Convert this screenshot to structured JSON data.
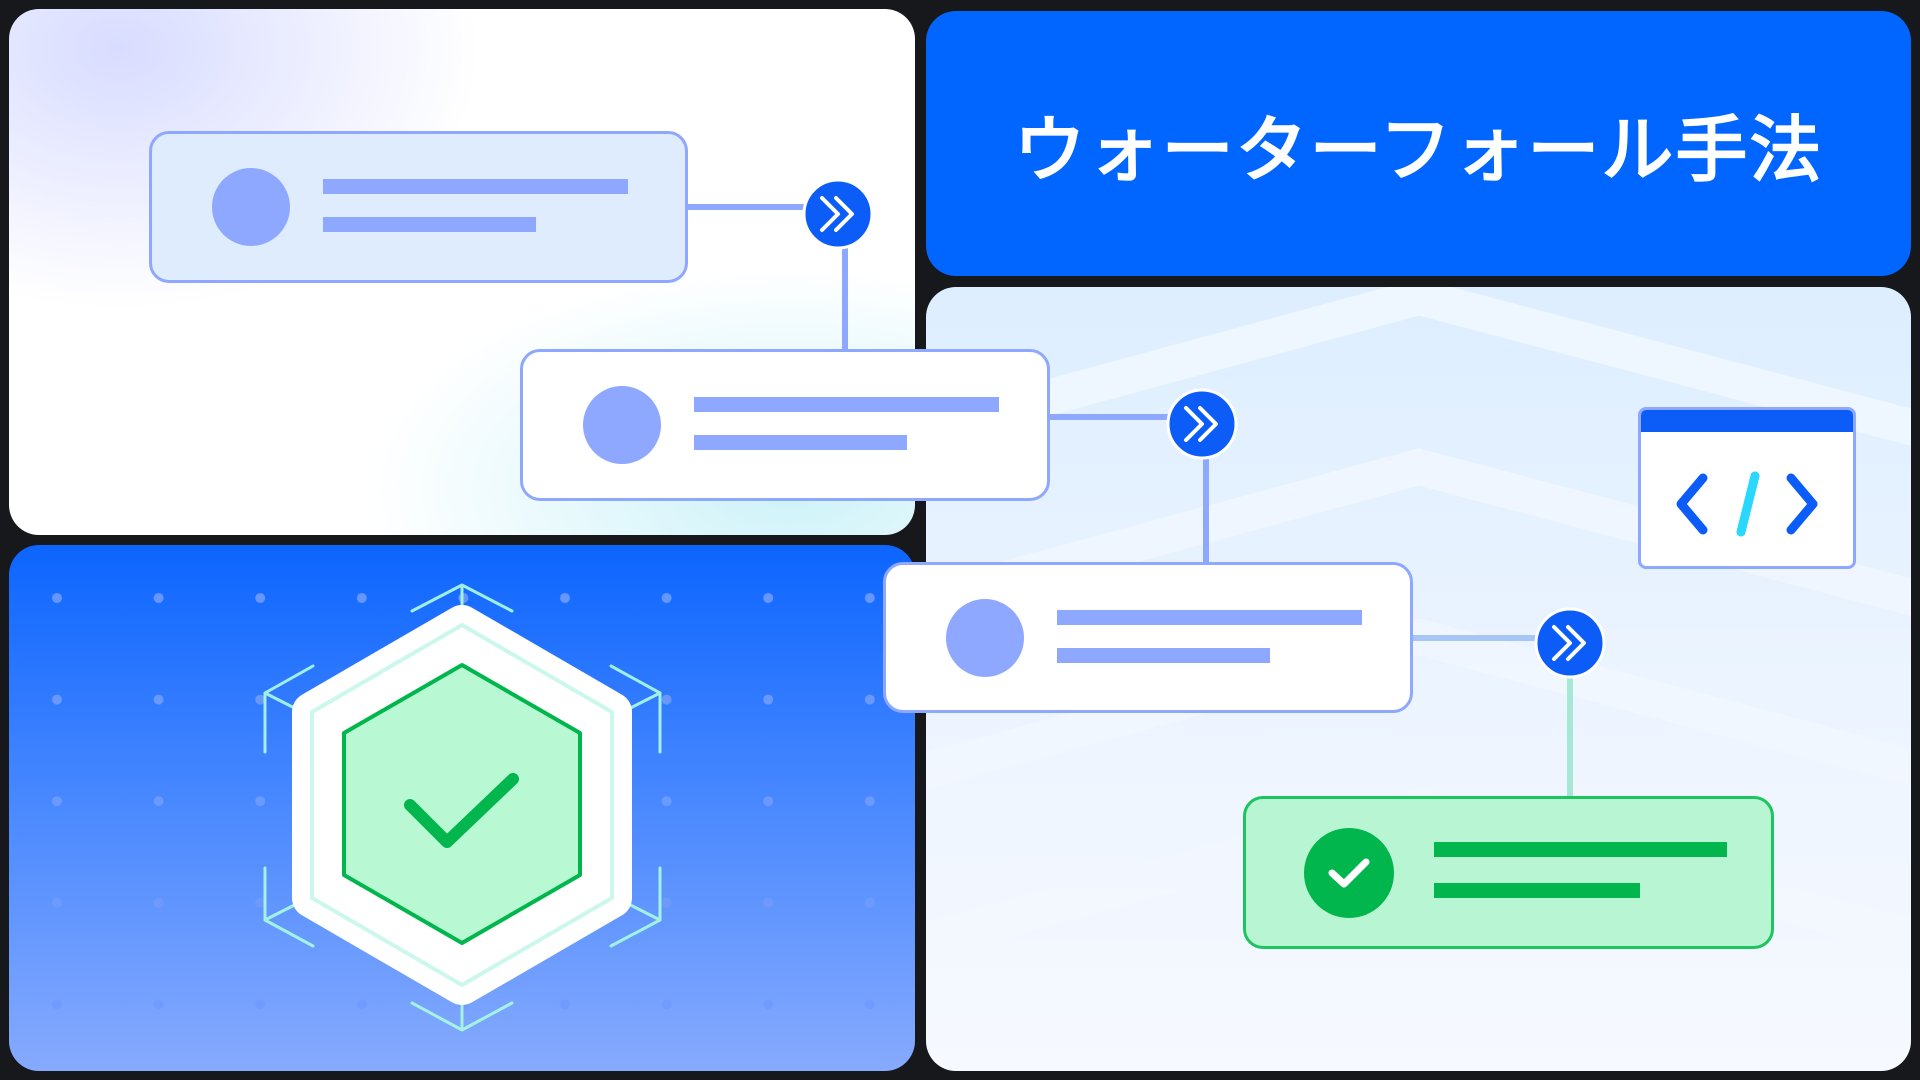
{
  "title": "ウォーターフォール手法",
  "icons": {
    "step_arrow": "double-chevron-right-icon",
    "code": "code-window-icon",
    "check": "checkmark-icon",
    "shield": "hexagon-check-shield-icon"
  },
  "colors": {
    "primary_blue": "#0066ff",
    "periwinkle": "#8fa8ff",
    "success_green": "#00b64d",
    "mint": "#b8f5d2",
    "cyan_accent": "#2ad8ff",
    "background": "#16181c"
  },
  "steps": [
    {
      "name": "step-1",
      "status": "pending"
    },
    {
      "name": "step-2",
      "status": "pending"
    },
    {
      "name": "step-3",
      "status": "pending"
    },
    {
      "name": "step-4",
      "status": "complete"
    }
  ]
}
